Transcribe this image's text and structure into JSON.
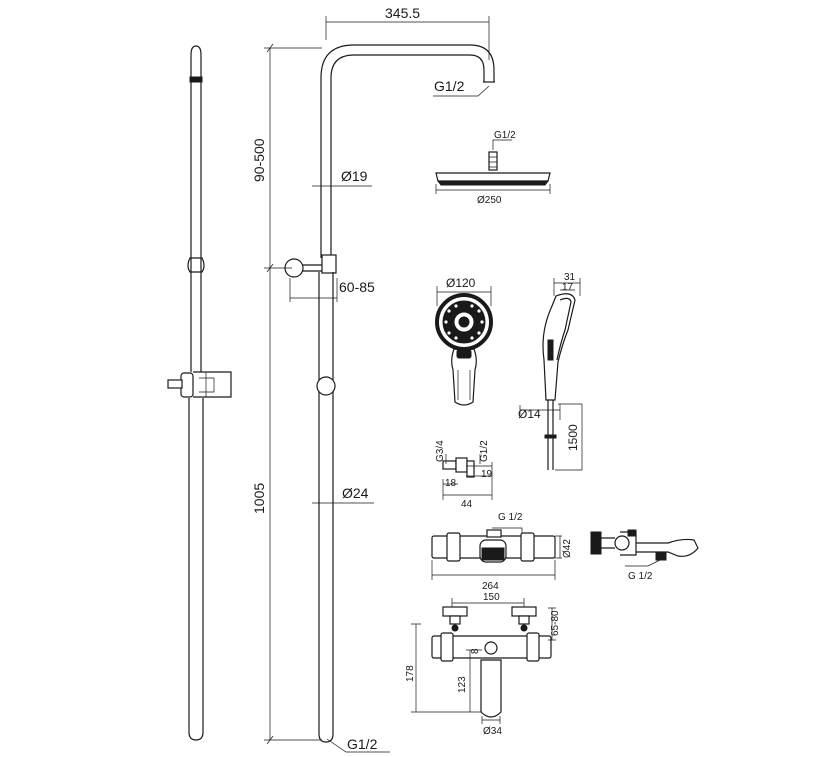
{
  "dimensions": {
    "overhead_arm_length": "345.5",
    "top_outlet_thread": "G1/2",
    "height_adjust_range": "90-500",
    "upper_tube_diameter": "Ø19",
    "wall_bracket_depth": "60-85",
    "lower_tube_diameter": "Ø24",
    "riser_height": "1005",
    "bottom_thread": "G1/2",
    "head_connection_thread": "G1/2",
    "head_diameter": "Ø250",
    "hand_shower_diameter": "Ø120",
    "hand_shower_depth": "31",
    "hand_shower_neck": "17",
    "hose_diameter": "Ø14",
    "hose_length": "1500",
    "eccentric_thread_in": "G3/4",
    "eccentric_thread_out": "G1/2",
    "eccentric_dim_18": "18",
    "eccentric_dim_19": "19",
    "eccentric_width": "44",
    "thermostat_outlet_thread": "G 1/2",
    "thermostat_body_diameter": "Ø42",
    "thermostat_width": "264",
    "bath_outlet_thread": "G 1/2",
    "bath_centres": "150",
    "bath_connection_depth": "65-80",
    "bath_total_height": "178",
    "bath_spout_height": "123",
    "bath_dim_8": "8",
    "bath_spout_diameter": "Ø34"
  }
}
